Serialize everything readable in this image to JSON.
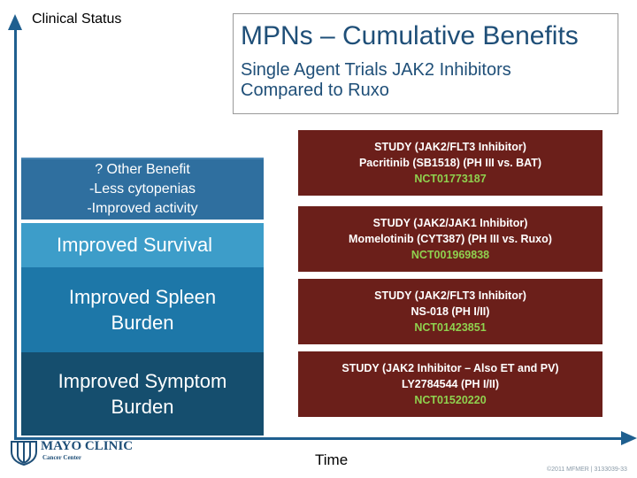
{
  "axes": {
    "y_label": "Clinical Status",
    "x_label": "Time",
    "color": "#1f5f8f"
  },
  "title_box": {
    "title": "MPNs – Cumulative Benefits",
    "subtitle": "Single Agent Trials JAK2 Inhibitors\nCompared to Ruxo"
  },
  "benefits": [
    {
      "text": "? Other Benefit\n-Less cytopenias\n-Improved activity",
      "color": "#2f6f9f"
    },
    {
      "text": "Improved Survival",
      "color": "#3d9dc9"
    },
    {
      "text": "Improved Spleen\nBurden",
      "color": "#1d77a8"
    },
    {
      "text": "Improved Symptom\nBurden",
      "color": "#154e6e"
    }
  ],
  "studies": [
    {
      "line1": "STUDY (JAK2/FLT3 Inhibitor)",
      "line2": "Pacritinib (SB1518) (PH III vs. BAT)",
      "line3": "NCT01773187"
    },
    {
      "line1": "STUDY (JAK2/JAK1 Inhibitor)",
      "line2": "Momelotinib (CYT387) (PH III vs. Ruxo)",
      "line3": "NCT001969838"
    },
    {
      "line1": "STUDY (JAK2/FLT3 Inhibitor)",
      "line2": "NS-018 (PH I/II)",
      "line3": "NCT01423851"
    },
    {
      "line1": "STUDY (JAK2 Inhibitor – Also ET and PV)",
      "line2": "LY2784544 (PH I/II)",
      "line3": "NCT01520220"
    }
  ],
  "study_colors": {
    "box": "#6b1f1a",
    "nct": "#8fd14f"
  },
  "logo": {
    "name": "MAYO CLINIC",
    "sub": "Cancer Center"
  },
  "copyright": "©2011 MFMER | 3133039-33"
}
